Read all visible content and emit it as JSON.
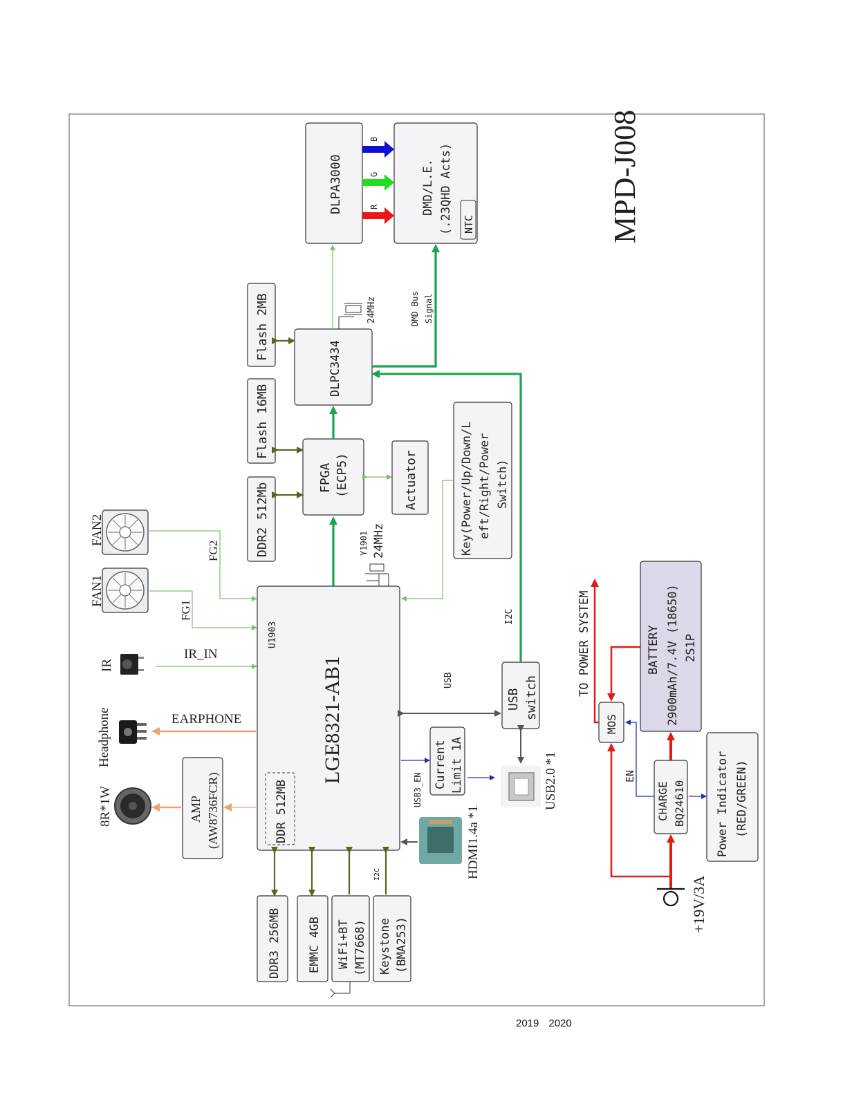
{
  "title": "MPD-J008",
  "blocks": {
    "soc": "LGE8321-AB1",
    "soc_ref": "U1903",
    "soc_ddr": "DDR 512MB",
    "fpga": "FPGA",
    "fpga_sub": "(ECP5)",
    "dlpc": "DLPC3434",
    "dlpa": "DLPA3000",
    "dmd_l1": "DMD/L.E.",
    "dmd_l2": "(.23QHD Acts)",
    "ntc": "NTC",
    "ddr2": "DDR2 512Mb",
    "flash16": "Flash 16MB",
    "flash2": "Flash 2MB",
    "actuator": "Actuator",
    "key_l1": "Key(Power/Up/Down/L",
    "key_l2": "eft/Right/Power",
    "key_l3": "Switch)",
    "usb_switch_l1": "USB",
    "usb_switch_l2": "switch",
    "current_l1": "Current",
    "current_l2": "Limit 1A",
    "amp_l1": "AMP",
    "amp_l2": "(AW8736FCR)",
    "ddr3": "DDR3 256MB",
    "emmc": "EMMC 4GB",
    "wifi_l1": "WiFi+BT",
    "wifi_l2": "(MT7668)",
    "keystone_l1": "Keystone",
    "keystone_l2": "(BMA253)",
    "battery_l1": "BATTERY",
    "battery_l2": "2900mAh/7.4V (18650)",
    "battery_l3": "2S1P",
    "mos": "MOS",
    "charge_l1": "CHARGE",
    "charge_l2": "BQ24610",
    "power_ind_l1": "Power Indicator",
    "power_ind_l2": "(RED/GREEN)"
  },
  "labels": {
    "fan2": "FAN2",
    "fan1": "FAN1",
    "fg2": "FG2",
    "fg1": "FG1",
    "ir": "IR",
    "ir_in": "IR_IN",
    "headphone": "Headphone",
    "earphone": "EARPHONE",
    "speaker": "8R*1W",
    "y1901": "Y1901",
    "xtal1": "24MHz",
    "xtal2": "24MHz",
    "dmd_bus_l1": "DMD Bus",
    "dmd_bus_l2": "Signal",
    "r": "R",
    "g": "G",
    "b": "B",
    "i2c_key": "I2C",
    "usb": "USB",
    "usb3_en": "USB3_EN",
    "usb20": "USB2.0 *1",
    "hdmi": "HDMI1.4a *1",
    "i2c_bottom": "I2C",
    "to_power": "TO POWER SYSTEM",
    "en": "EN",
    "dc_in": "+19V/3A"
  },
  "footer": [
    "2019",
    "2020"
  ]
}
